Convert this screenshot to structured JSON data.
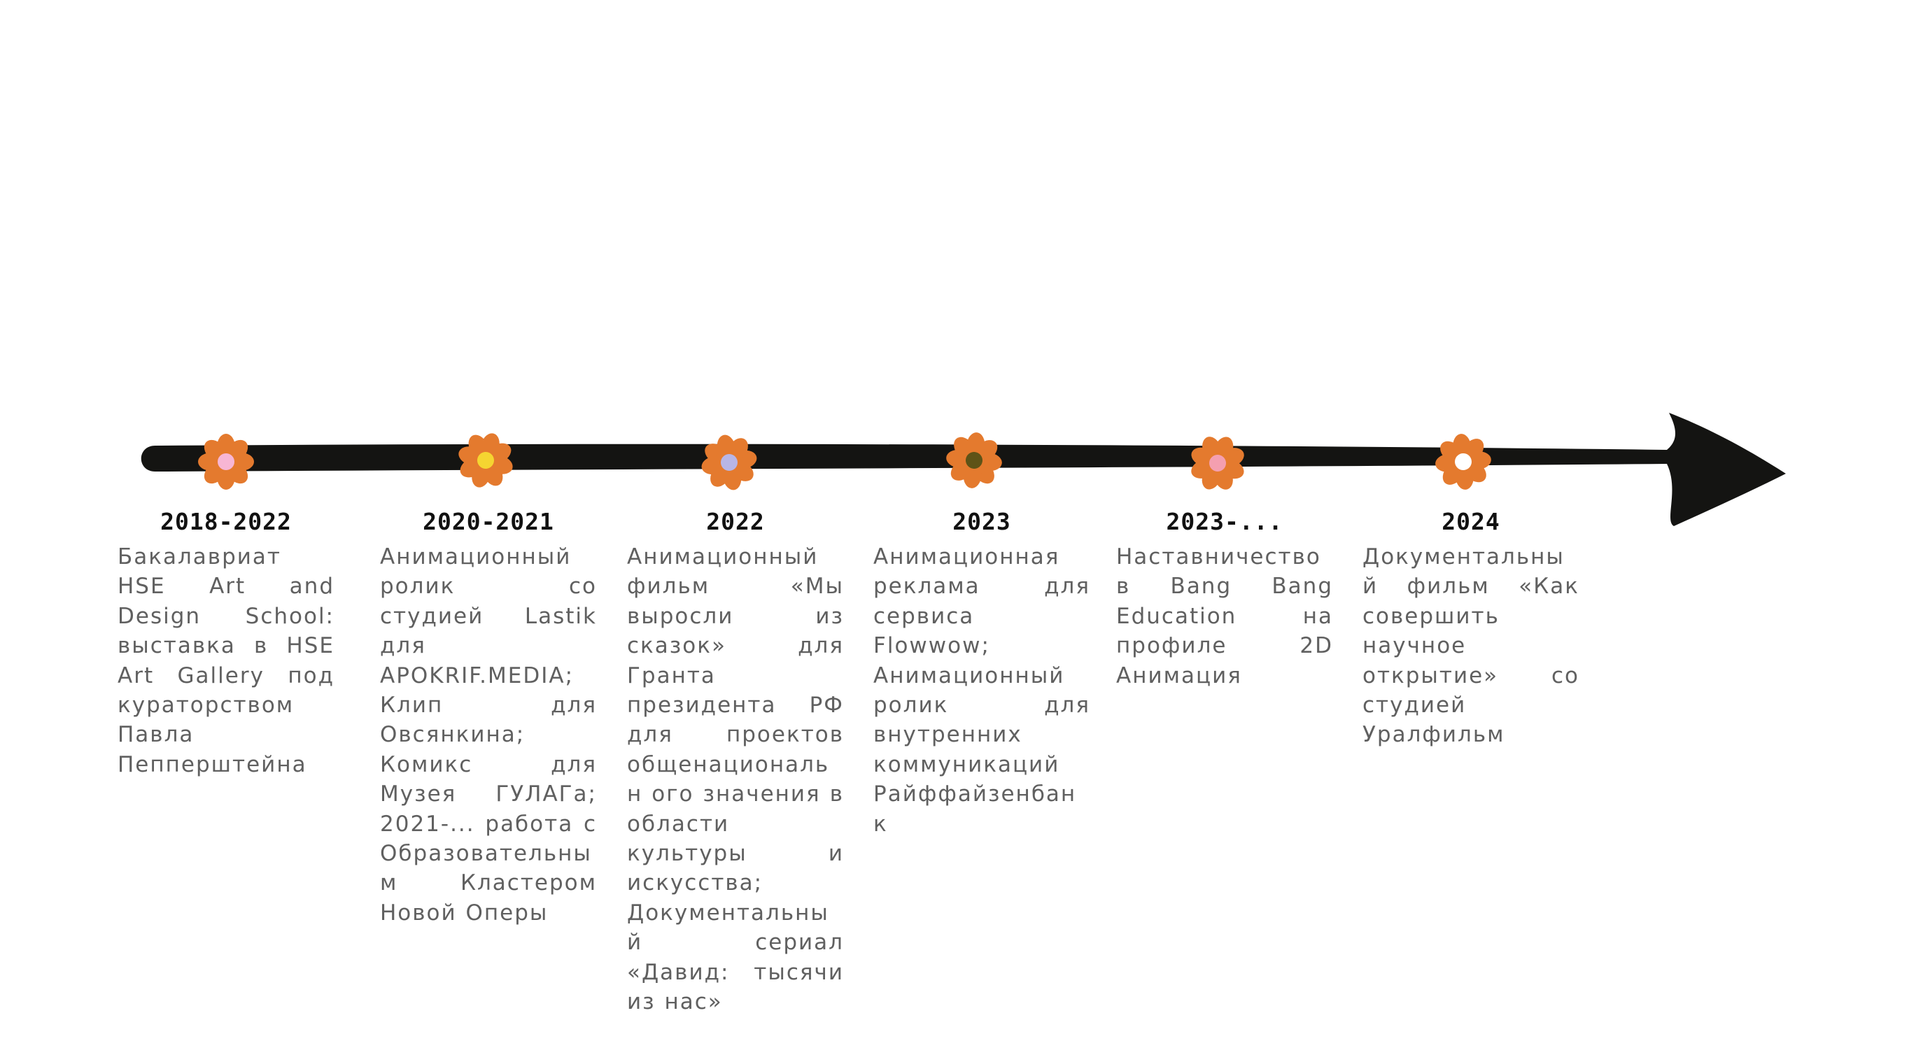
{
  "colors": {
    "background": "#ffffff",
    "arrow": "#141412",
    "petal": "#e47a2e",
    "year_text": "#111111",
    "desc_text": "#606060"
  },
  "timeline": {
    "entries": [
      {
        "year": "2018-2022",
        "center_color": "#f7b6d4",
        "description": "Бакалавриат HSE Art and Design School: выставка в HSE Art Gallery под кураторством Павла Пепперштейна"
      },
      {
        "year": "2020-2021",
        "center_color": "#f5d531",
        "description": "Анимационный ролик со студией Lastik для APOKRIF.MEDIA; Клип для Овсянкина; Комикс для Музея ГУЛАГа; 2021-... работа с Образовательным Кластером Новой Оперы"
      },
      {
        "year": "2022",
        "center_color": "#b8b6e6",
        "description": "Анимационный фильм «Мы выросли из сказок» для Гранта президента РФ для проектов общенациональн ого значения в области культуры и искусства; Документальный сериал «Давид: тысячи из нас»"
      },
      {
        "year": "2023",
        "center_color": "#5e5317",
        "description": "Анимационная реклама для сервиса Flowwow; Анимационный ролик для внутренних коммуникаций Райффайзенбанк"
      },
      {
        "year": "2023-...",
        "center_color": "#f49fb0",
        "description": "Наставничество в Bang Bang Education на профиле 2D Анимация"
      },
      {
        "year": "2024",
        "center_color": "#ffffff",
        "description": "Документальный фильм «Как совершить научное открытие» со студией Уралфильм"
      }
    ]
  }
}
